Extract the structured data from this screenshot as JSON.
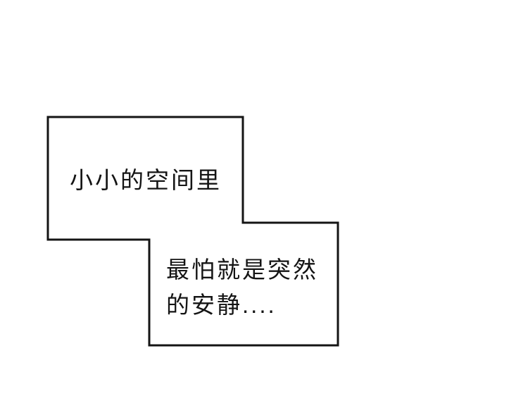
{
  "panel": {
    "background_color": "#ffffff",
    "outline_color": "#141414",
    "box_fill_color": "#ffffff"
  },
  "captions": {
    "box1": {
      "text": "小小的空间里"
    },
    "box2": {
      "line1": "最怕就是突然",
      "line2": "的安静...."
    }
  }
}
